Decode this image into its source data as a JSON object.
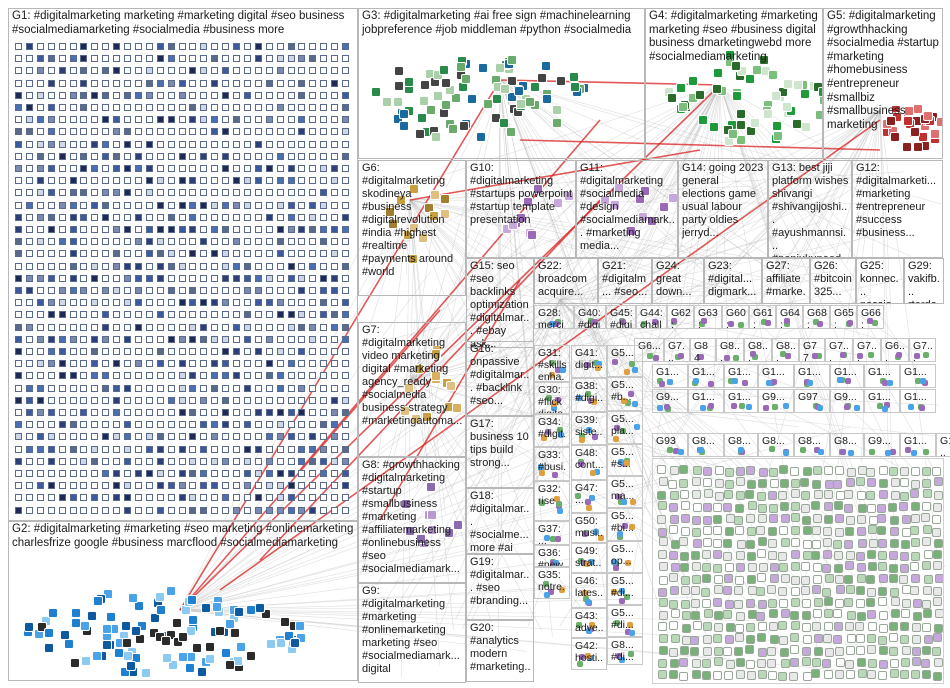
{
  "graph": {
    "background": "#ffffff",
    "edge_color_light": "#b9b9b9",
    "edge_color_highlight": "#d82020",
    "groups": [
      {
        "id": "G1",
        "label": "G1: #digitalmarketing marketing #marketing digital #seo business #socialmediamarketing #socialmedia #business more",
        "node_color": "#2d3f7a"
      },
      {
        "id": "G2",
        "label": "G2: #digitalmarketing #marketing #seo marketing #onlinemarketing charlesfrize google #business marcflood #socialmediamarketing",
        "node_color": "#1f7fd0"
      },
      {
        "id": "G3",
        "label": "G3: #digitalmarketing #ai free sign #machinelearning jobpreference #job middleman #python #socialmedia",
        "node_color": "#2a8a4a"
      },
      {
        "id": "G4",
        "label": "G4: #digitalmarketing #marketing marketing #seo #business digital business dmarketingwebd more #socialmediamarketing",
        "node_color": "#1f9a3a"
      },
      {
        "id": "G5",
        "label": "G5: #digitalmarketing #growthhacking #socialmedia #startup #marketing #homebusiness #entrepreneur #smallbiz #smallbusiness marketing",
        "node_color": "#c03030"
      },
      {
        "id": "G6",
        "label": "G6: #digitalmarketing skodineya #business #digitalrevolution #india #highest #realtime #payments around #world",
        "node_color": "#c8a040"
      },
      {
        "id": "G7",
        "label": "G7: #digitalmarketing video marketing digital #marketing agency_ready #socialmedia business strategy #marketingautoma...",
        "node_color": "#c8a040"
      },
      {
        "id": "G8",
        "label": "G8: #growthhacking #digitalmarketing #startup #smallbusiness #marketing #affiliatemarketing #onlinebusiness #seo #socialmediamark...",
        "node_color": "#8a6ab0"
      },
      {
        "id": "G9",
        "label": "G9: #digitalmarketing #marketing #onlinemarketing marketing #seo #socialmediamark... digital",
        "node_color": "#8a6ab0"
      },
      {
        "id": "G10",
        "label": "G10: #digitalmarketing #startups powerpoint #startup template presentation",
        "node_color": "#9a6ab8"
      },
      {
        "id": "G11",
        "label": "G11: #digitalmarketing #socialmedia #design #socialmediamark... #marketing media...",
        "node_color": "#9a6ab8"
      },
      {
        "id": "G14",
        "label": "G14: going 2023 general elections game usual labour party oldies jerryd...",
        "node_color": "#6a6aa0"
      },
      {
        "id": "G13",
        "label": "G13: best jiji platform wishes shivangi #shivangijoshi... #ayushmannsi... #nenjukuneed...",
        "node_color": "#9a6ab8"
      },
      {
        "id": "G12",
        "label": "G12: #digitalmarketi... #marketing #entrepreneur #success #business...",
        "node_color": "#9a6ab8"
      },
      {
        "id": "G15",
        "label": "G15: seo #seo backlinks optimization #digitalmar... #ebay ask...",
        "node_color": "#9a6ab8"
      },
      {
        "id": "G16",
        "label": "G16: onpassive #digitalmar... #backlink #seo...",
        "node_color": "#9a6ab8"
      },
      {
        "id": "G17",
        "label": "G17: business 10 tips build strong...",
        "node_color": "#9a6ab8"
      },
      {
        "id": "G18",
        "label": "G18: #digitalmar... #socialme... more #ai #...",
        "node_color": "#9a6ab8"
      },
      {
        "id": "G19",
        "label": "G19: #digitalmar... #seo #branding...",
        "node_color": "#9a6ab8"
      },
      {
        "id": "G20",
        "label": "G20: #analytics modern #marketing...",
        "node_color": "#9a6ab8"
      },
      {
        "id": "G21",
        "label": "G21: #digitalm... #seo...",
        "node_color": "#9a6ab8"
      },
      {
        "id": "G22",
        "label": "G22: broadcom acquire...",
        "node_color": "#9a6ab8"
      },
      {
        "id": "G24",
        "label": "G24: great down...",
        "node_color": "#9a6ab8"
      },
      {
        "id": "G23",
        "label": "G23: #digital... digmark...",
        "node_color": "#9a6ab8"
      },
      {
        "id": "G27",
        "label": "G27: affiliate #marke...",
        "node_color": "#9a6ab8"
      },
      {
        "id": "G26",
        "label": "G26: #bitcoin 325...",
        "node_color": "#9a6ab8"
      },
      {
        "id": "G25",
        "label": "G25: konnec... passio...",
        "node_color": "#9a6ab8"
      },
      {
        "id": "G29",
        "label": "G29: vakifb... rterdo...",
        "node_color": "#9a6ab8"
      }
    ],
    "small_labels": {
      "row_a": [
        "G28: merci mich...",
        "G40: #digi...",
        "G45: #digi...",
        "G44: chall...",
        "G62: certi...",
        "G63: busi...",
        "G60: digit...",
        "G61: ceo...",
        "G64: bes...",
        "G68: busi...",
        "G65: bra...",
        "G66: turtl..."
      ],
      "col_c": [
        "G31: #skills enha...",
        "G30: #flick digita...",
        "G34: #digit...",
        "G33: #busi... #digita...",
        "G32: rise",
        "G37: ...",
        "G36: #new...",
        "G35: notre..."
      ],
      "col_d": [
        "G41: digit...",
        "G38: #digi...",
        "G39: siste...",
        "G48: cont...",
        "G47: ...",
        "G50: musi...",
        "G49: strat...",
        "G46: lates...",
        "G43: adve...",
        "G42: hosti..."
      ],
      "col_e": [
        "G5...",
        "G5... #b...",
        "G5... pla...",
        "G5... #s...",
        "G5... ma...",
        "G5... #bi...",
        "G5... op...",
        "G5... #di...",
        "G5... #di...",
        "G8... #di..."
      ],
      "row_b": [
        "G6...",
        "G7...",
        "G84",
        "G8...",
        "G8...",
        "G8...",
        "G77",
        "G7...",
        "G7...",
        "G6...",
        "G7..."
      ],
      "row_c": [
        "G1...",
        "G1...",
        "G1...",
        "G1...",
        "G1...",
        "G1...",
        "G1...",
        "G1..."
      ],
      "row_d": [
        "G9...",
        "G1...",
        "G1...",
        "G9...",
        "G97",
        "G9...",
        "G1...",
        "G1..."
      ],
      "row_e": [
        "G93",
        "G8...",
        "G8...",
        "G8...",
        "G8...",
        "G8...",
        "G9...",
        "G1...",
        "G1..."
      ]
    }
  }
}
